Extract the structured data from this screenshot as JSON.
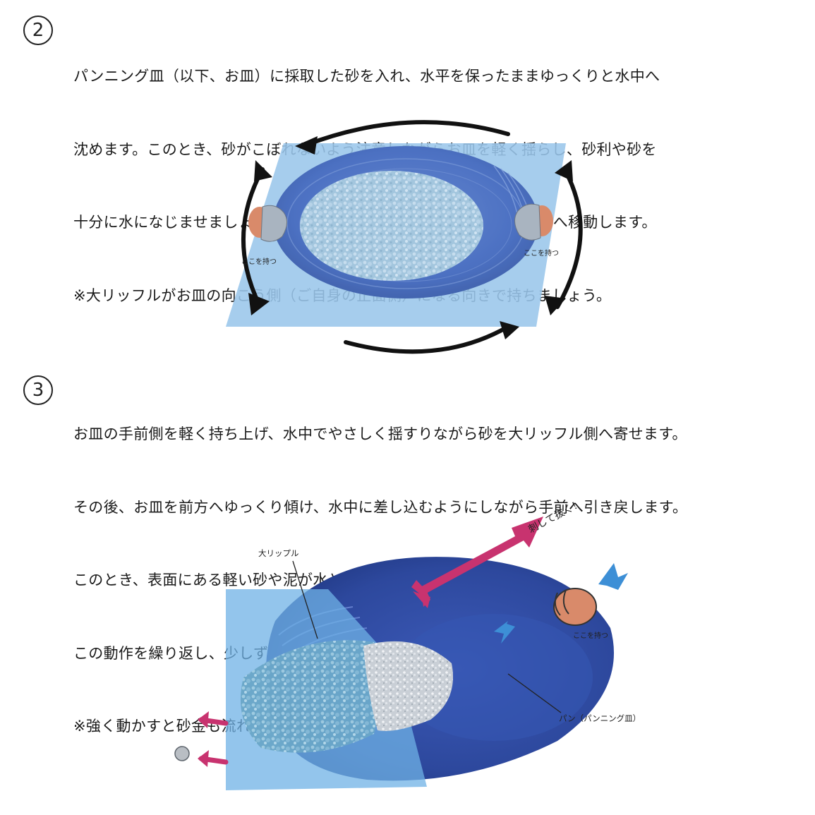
{
  "step2": {
    "number": "2",
    "lines": [
      "パンニング皿（以下、お皿）に採取した砂を入れ、水平を保ったままゆっくりと水中へ",
      "沈めます。このとき、砂がこぼれないよう注意しながらお皿を軽く揺らし、砂利や砂を",
      "十分に水になじませましょう。重い砂金は底へ沈み、軽い砂や小石は上へ移動します。",
      "※大リッフルがお皿の向こう側（ご自身の正面側）になる向きで持ちましょう。"
    ],
    "hold_left_label": "ここを持つ",
    "hold_right_label": "ここを持つ"
  },
  "step3": {
    "number": "3",
    "lines": [
      "お皿の手前側を軽く持ち上げ、水中でやさしく揺すりながら砂を大リッフル側へ寄せます。",
      "その後、お皿を前方へゆっくり傾け、水中に差し込むようにしながら手前へ引き戻します。",
      "このとき、表面にある軽い砂や泥が水と一緒に流れ落ちます。",
      "この動作を繰り返し、少しずつ砂の量を減らしていきましょう。",
      "※強く動かすと砂金も流れてしまうため、必ずゆっくり行ってください。"
    ],
    "large_riffle_label": "大リップル",
    "insert_label": "刺して抜く！",
    "hold_label": "ここを持つ",
    "pan_label": "パン（パンニング皿）"
  },
  "colors": {
    "pan_blue": "#2f4fa8",
    "water_blue": "#7fb6e6",
    "gravel": "#b9d3e4",
    "magenta_arrow": "#c8336f",
    "blue_arrow": "#3d8fd6",
    "hand_skin": "#d98a6a",
    "glove_gray": "#a9b4c0"
  }
}
